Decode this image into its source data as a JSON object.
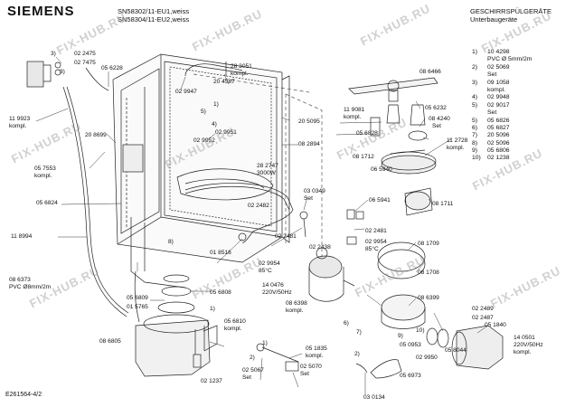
{
  "brand": "SIEMENS",
  "models": [
    "SN58302/11-EU1,weiss",
    "SN58304/11-EU2,weiss"
  ],
  "header_right": [
    "GESCHIRRSPÜLGERÄTE",
    "Unterbaugeräte"
  ],
  "legend": [
    {
      "k": "1)",
      "v": "10 4298"
    },
    {
      "k": "",
      "v": "PVC Ø 5mm/2m"
    },
    {
      "k": "2)",
      "v": "02 5069"
    },
    {
      "k": "",
      "v": "Set"
    },
    {
      "k": "3)",
      "v": "09 1058"
    },
    {
      "k": "",
      "v": "kompl."
    },
    {
      "k": "4)",
      "v": "02 9948"
    },
    {
      "k": "5)",
      "v": "02 9017"
    },
    {
      "k": "",
      "v": "Set"
    },
    {
      "k": "5)",
      "v": "05 6826"
    },
    {
      "k": "6)",
      "v": "05 6827"
    },
    {
      "k": "7)",
      "v": "20 5096"
    },
    {
      "k": "8)",
      "v": "02 5096"
    },
    {
      "k": "9)",
      "v": "05 6806"
    },
    {
      "k": "10)",
      "v": "02 1238"
    }
  ],
  "parts": {
    "p01": "3)",
    "p02": "02 2475",
    "p03": "02 7475",
    "p04": "05 6228",
    "p05": "02 9947",
    "p06": "28 3051",
    "p07": "kompl.",
    "p08": "20 4587",
    "p09": "11 9923",
    "p10": "kompl.",
    "p11": "20 8699",
    "p12": "20 5095",
    "p13": "02 9951",
    "p14": "02 9952",
    "p15": "08 2894",
    "p16": "05 7553",
    "p17": "kompl.",
    "p18": "28 2747",
    "p19": "3000W",
    "p20": "05 6824",
    "p21": "03 0349",
    "p22": "Set",
    "p23": "02 2482",
    "p24": "11 8994",
    "p25": "02 2481",
    "p26": "02 2438",
    "p27": "01 8516",
    "p28": "02 9954",
    "p29": "85°C",
    "p30": "08 6373",
    "p31": "PVC Ø8mm/2m",
    "p32": "05 6809",
    "p33": "01 5765",
    "p34": "05 6808",
    "p35": "14 0476",
    "p36": "220V/50Hz",
    "p37": "08 6398",
    "p38": "kompl.",
    "p39": "05 6810",
    "p40": "kompl.",
    "p41": "08 6805",
    "p42": "02 1237",
    "p43": "05 1835",
    "p44": "kompl.",
    "p45": "02 5067",
    "p46": "Set",
    "p47": "02 5070",
    "p48": "Set",
    "p49": "03 0134",
    "p50": "08 6466",
    "p51": "11 9081",
    "p52": "kompl.",
    "p53": "05 6232",
    "p54": "08 4240",
    "p55": "Set",
    "p56": "05 6828",
    "p57": "08 1712",
    "p58": "06 5940",
    "p59": "11 2728",
    "p60": "kompl.",
    "p61": "06 5941",
    "p62": "08 1711",
    "p63": "02 2481",
    "p64": "02 9954",
    "p65": "85°C",
    "p66": "08 1709",
    "p67": "08 1708",
    "p68": "08 6399",
    "p69": "02 2489",
    "p70": "02 2487",
    "p71": "05 1840",
    "p72": "05 0953",
    "p73": "05 8044",
    "p74": "02 9950",
    "p75": "05 6973",
    "p76": "14 0501",
    "p77": "220V/50Hz",
    "p78": "kompl.",
    "c1": "3)",
    "c2": "5)",
    "c3": "1)",
    "c4": "4)",
    "c5": "8)",
    "c6": "6)",
    "c7": "7)",
    "c8": "10)",
    "c9": "1)",
    "c10": "9)",
    "c11": "2)",
    "c12": "1)",
    "c13": "2)"
  },
  "footer": "E261564-4/2",
  "watermark": "FIX-HUB.RU"
}
